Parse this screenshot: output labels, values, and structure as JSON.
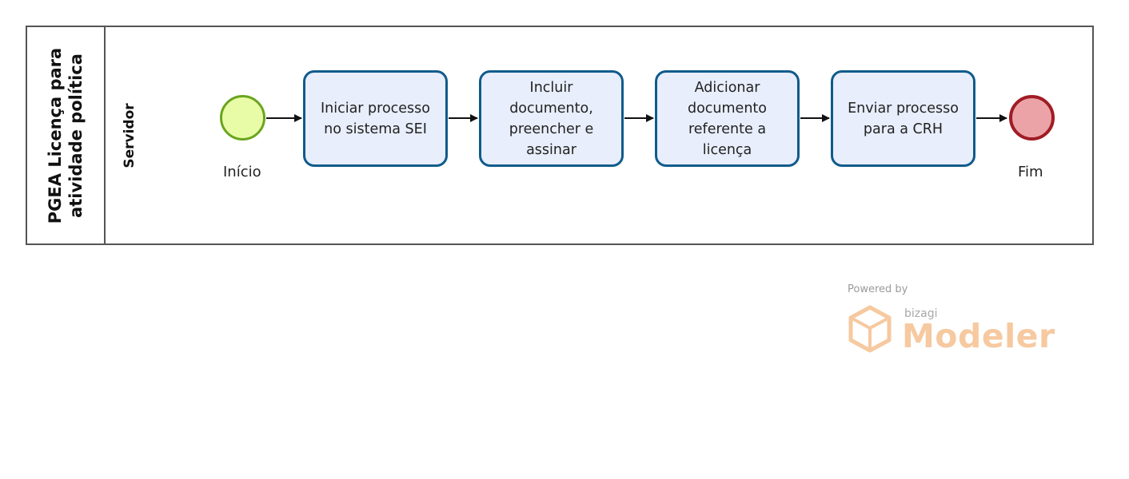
{
  "pool": {
    "title_line1": "PGEA Licença para",
    "title_line2": "atividade política"
  },
  "lane": {
    "title": "Servidor"
  },
  "events": {
    "start_label": "Início",
    "end_label": "Fim"
  },
  "tasks": [
    {
      "text": "Iniciar processo no sistema SEI"
    },
    {
      "text": "Incluir documento, preencher e assinar"
    },
    {
      "text": "Adicionar documento referente a licença"
    },
    {
      "text": "Enviar processo para a CRH"
    }
  ],
  "watermark": {
    "powered_by": "Powered by",
    "brand": "bizagi",
    "product": "Modeler"
  },
  "colors": {
    "task_border": "#0f5b8c",
    "task_fill": "#e8eefb",
    "start_border": "#6ba51e",
    "start_fill": "#e8fca8",
    "end_border": "#a01c24",
    "end_fill": "#eba3a8"
  }
}
